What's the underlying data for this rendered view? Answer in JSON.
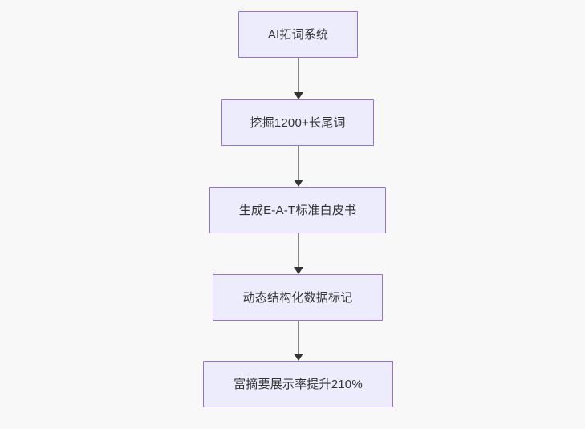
{
  "diagram": {
    "type": "flowchart",
    "direction": "top-to-bottom",
    "background_color": "#f8f8f8",
    "node_fill_color": "#ececfd",
    "node_border_color": "#9673c8",
    "node_text_color": "#333333",
    "edge_line_color": "#888888",
    "edge_arrow_color": "#333333",
    "nodes": [
      {
        "id": "node-0",
        "label": "AI拓词系统"
      },
      {
        "id": "node-1",
        "label": "挖掘1200+长尾词"
      },
      {
        "id": "node-2",
        "label": "生成E-A-T标准白皮书"
      },
      {
        "id": "node-3",
        "label": "动态结构化数据标记"
      },
      {
        "id": "node-4",
        "label": "富摘要展示率提升210%"
      }
    ],
    "edges": [
      {
        "id": "edge-0",
        "from": "node-0",
        "to": "node-1",
        "label": ""
      },
      {
        "id": "edge-1",
        "from": "node-1",
        "to": "node-2",
        "label": ""
      },
      {
        "id": "edge-2",
        "from": "node-2",
        "to": "node-3",
        "label": ""
      },
      {
        "id": "edge-3",
        "from": "node-3",
        "to": "node-4",
        "label": ""
      }
    ]
  }
}
